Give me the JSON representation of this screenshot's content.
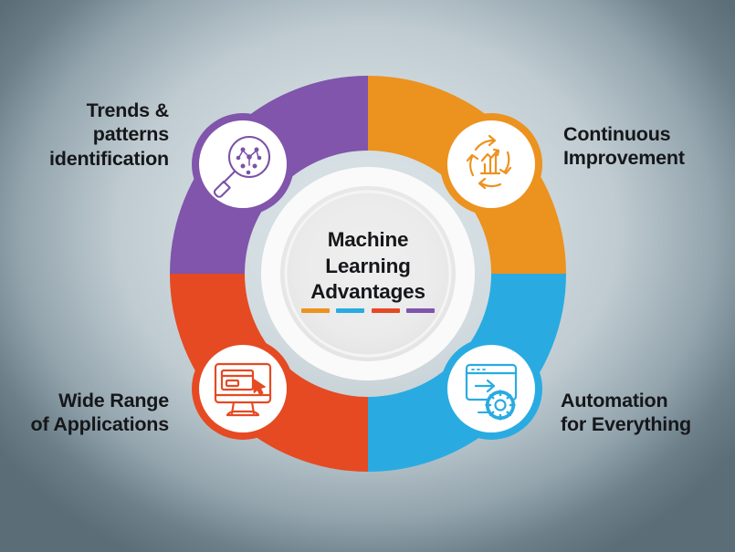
{
  "title": {
    "line1": "Machine",
    "line2": "Learning",
    "line3": "Advantages"
  },
  "labels": {
    "top_left": "Trends &\npatterns\nidentification",
    "top_right": "Continuous\nImprovement",
    "bottom_left": "Wide Range\nof Applications",
    "bottom_right": "Automation\nfor Everything"
  },
  "icons": {
    "top_left": "magnifier-network-icon",
    "top_right": "refresh-bar-chart-icon",
    "bottom_left": "monitor-cursor-icon",
    "bottom_right": "monitor-gear-icon"
  },
  "colors": {
    "purple": "#8055AB",
    "orange": "#EC921F",
    "blue": "#29ABE2",
    "red": "#E54A23",
    "center_fill": "#EDEDED",
    "gap_ring": "#FAFAFA",
    "background_center": "#D8E1E5",
    "background_edge": "#5B6E78",
    "text": "#15171A"
  },
  "chart_data": {
    "type": "pie",
    "title": "Machine Learning Advantages",
    "categories": [
      "Trends & patterns identification",
      "Continuous Improvement",
      "Automation for Everything",
      "Wide Range of Applications"
    ],
    "values": [
      25,
      25,
      25,
      25
    ],
    "colors": [
      "#8055AB",
      "#EC921F",
      "#29ABE2",
      "#E54A23"
    ],
    "legend": "outside-labels",
    "grid": false
  }
}
